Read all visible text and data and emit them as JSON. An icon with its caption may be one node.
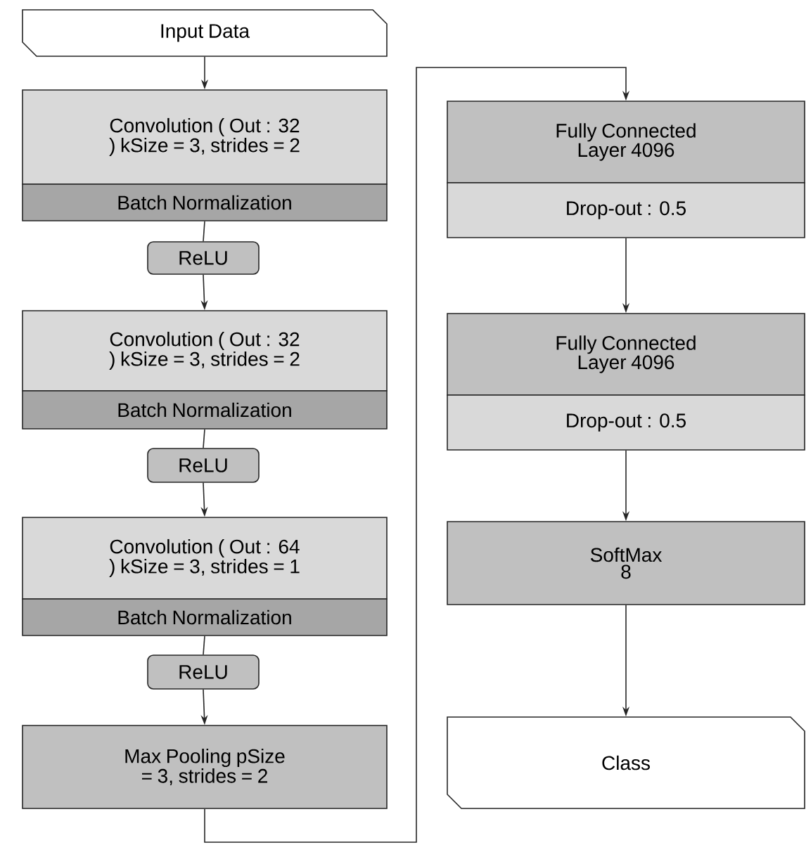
{
  "diagram": {
    "nodes": [
      {
        "text": [
          "Input Data"
        ]
      },
      {
        "text": [
          "Convolution ( Out : 32 ) kSize = 3, strides = 2"
        ]
      },
      {
        "text": [
          "Batch Normalization"
        ]
      },
      {
        "text": [
          "ReLU"
        ]
      },
      {
        "text": [
          "Convolution ( Out : 32 ) kSize = 3, strides = 2"
        ]
      },
      {
        "text": [
          "Batch Normalization"
        ]
      },
      {
        "text": [
          "ReLU"
        ]
      },
      {
        "text": [
          "Convolution ( Out : 64 ) kSize = 3, strides = 1"
        ]
      },
      {
        "text": [
          "Batch Normalization"
        ]
      },
      {
        "text": [
          "ReLU"
        ]
      },
      {
        "text": [
          "Max Pooling pSize = 3, strides = 2"
        ]
      },
      {
        "text": [
          "Fully Connected Layer 4096"
        ]
      },
      {
        "text": [
          "Drop-out : 0.5"
        ]
      },
      {
        "text": [
          "Fully Connected Layer 4096"
        ]
      },
      {
        "text": [
          "Drop-out : 0.5"
        ]
      },
      {
        "text": [
          "SoftMax 8"
        ]
      },
      {
        "text": [
          "Class"
        ]
      }
    ],
    "edges": [
      {
        "from": 0,
        "to": 1,
        "arrow": "to"
      },
      {
        "from": 2,
        "to": 3,
        "arrow": "none"
      },
      {
        "from": 3,
        "to": 4,
        "arrow": "to"
      },
      {
        "from": 5,
        "to": 6,
        "arrow": "none"
      },
      {
        "from": 6,
        "to": 7,
        "arrow": "to"
      },
      {
        "from": 8,
        "to": 9,
        "arrow": "none"
      },
      {
        "from": 9,
        "to": 10,
        "arrow": "to"
      },
      {
        "from": 10,
        "to": 11,
        "arrow": "to"
      },
      {
        "from": 12,
        "to": 13,
        "arrow": "to"
      },
      {
        "from": 14,
        "to": 15,
        "arrow": "to"
      },
      {
        "from": 15,
        "to": 16,
        "arrow": "to"
      }
    ]
  }
}
